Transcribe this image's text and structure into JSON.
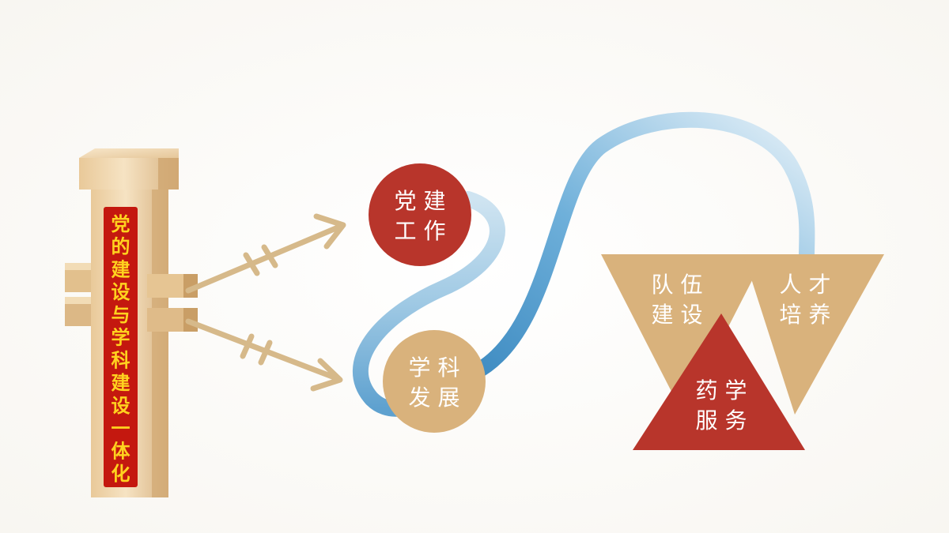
{
  "diagram": {
    "pillar_label": "党的建设与学科建设一体化",
    "circles": [
      {
        "id": "party",
        "lines": [
          "党 建",
          "工 作"
        ],
        "color": "#b8352b"
      },
      {
        "id": "discipline",
        "lines": [
          "学 科",
          "发 展"
        ],
        "color": "#d9b27c"
      }
    ],
    "triangles": [
      {
        "id": "team",
        "lines": [
          "队 伍",
          "建 设"
        ],
        "color": "#d9b27c"
      },
      {
        "id": "talent",
        "lines": [
          "人 才",
          "培 养"
        ],
        "color": "#d9b27c"
      },
      {
        "id": "pharmacy",
        "lines": [
          "药 学",
          "服 务"
        ],
        "color": "#b8352b"
      }
    ],
    "colors": {
      "wood_light": "#f2d9b1",
      "wood_dark": "#d9b584",
      "banner_red": "#c4180f",
      "banner_text": "#ffd21f",
      "arrow": "#d6b98a",
      "ribbon_dark": "#3f8cc2",
      "ribbon_light": "#cfe4f1"
    }
  }
}
